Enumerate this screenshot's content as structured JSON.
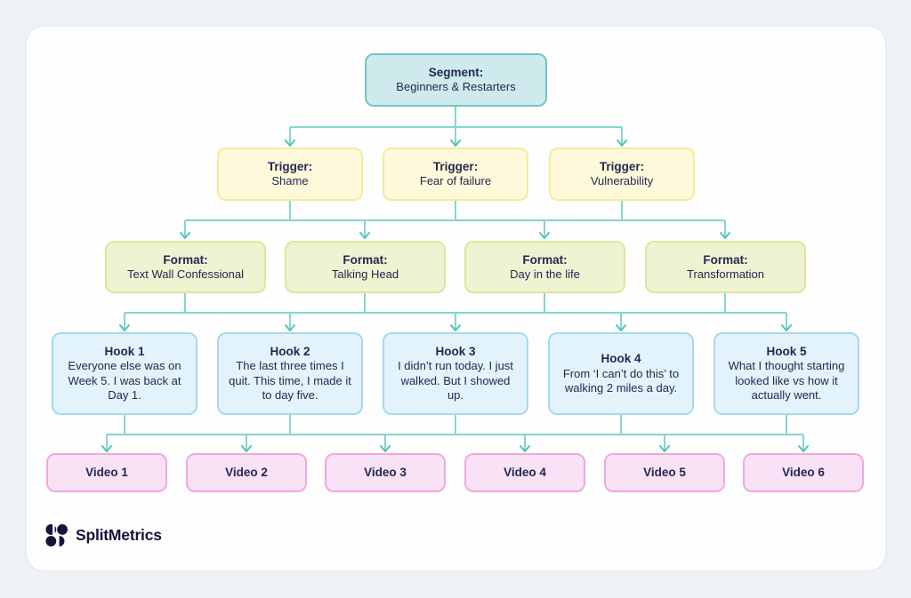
{
  "nodes": {
    "segment": {
      "title": "Segment:",
      "body": "Beginners & Restarters"
    },
    "triggers": [
      {
        "title": "Trigger:",
        "body": "Shame"
      },
      {
        "title": "Trigger:",
        "body": "Fear of failure"
      },
      {
        "title": "Trigger:",
        "body": "Vulnerability"
      }
    ],
    "formats": [
      {
        "title": "Format:",
        "body": "Text Wall Confessional"
      },
      {
        "title": "Format:",
        "body": "Talking Head"
      },
      {
        "title": "Format:",
        "body": "Day in the life"
      },
      {
        "title": "Format:",
        "body": "Transformation"
      }
    ],
    "hooks": [
      {
        "title": "Hook 1",
        "body": "Everyone else was on Week 5. I was back at Day 1."
      },
      {
        "title": "Hook 2",
        "body": "The last three times I quit. This time, I made it to day five."
      },
      {
        "title": "Hook 3",
        "body": "I didn’t run today. I just walked. But I showed up."
      },
      {
        "title": "Hook 4",
        "body": "From ‘I can’t do this’ to walking 2 miles a day."
      },
      {
        "title": "Hook 5",
        "body": "What I thought starting looked like vs how it actually went."
      }
    ],
    "videos": [
      {
        "title": "Video 1"
      },
      {
        "title": "Video 2"
      },
      {
        "title": "Video 3"
      },
      {
        "title": "Video 4"
      },
      {
        "title": "Video 5"
      },
      {
        "title": "Video 6"
      }
    ]
  },
  "logo": {
    "text": "SplitMetrics"
  },
  "colors": {
    "page_background": "#eef1f6",
    "card_background": "#fefefe",
    "text": "#232850",
    "connector": "#84d6ce",
    "arrowhead": "#53c2b8",
    "segment_fill": "#cfeaec",
    "segment_border": "#6fc6c3",
    "trigger_fill": "#fdf9da",
    "trigger_border": "#f6ea9c",
    "format_fill": "#eff3d2",
    "format_border": "#dbe79a",
    "hook_fill": "#e3f3fb",
    "hook_border": "#a5d9f0",
    "video_fill": "#f9e1f6",
    "video_border": "#eeaade",
    "logo_navy": "#16143c"
  }
}
